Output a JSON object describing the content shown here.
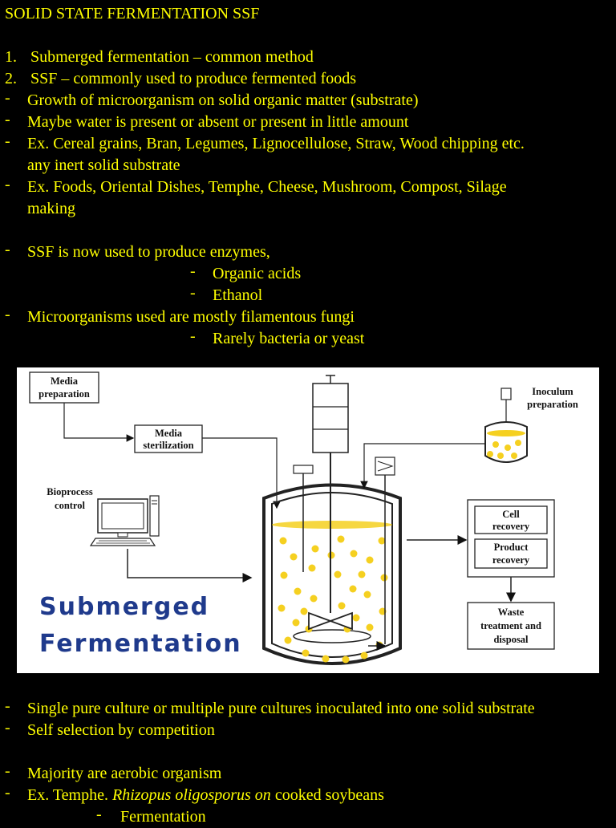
{
  "title": "SOLID STATE FERMENTATION SSF",
  "numbered": [
    {
      "num": "1.",
      "text": "Submerged fermentation – common method"
    },
    {
      "num": "2.",
      "text": "SSF – commonly used to produce fermented foods"
    }
  ],
  "bullets_top": [
    "Growth of microorganism on solid organic matter (substrate)",
    "Maybe water is present or absent or present in little amount",
    "Ex. Cereal grains, Bran, Legumes, Lignocellulose, Straw, Wood chipping etc.",
    "any inert solid substrate",
    "Ex. Foods, Oriental Dishes, Temphe, Cheese, Mushroom, Compost, Silage",
    "making"
  ],
  "bullets_mid": {
    "ssf_use": "SSF is now used to produce enzymes,",
    "sub1": "Organic acids",
    "sub2": "Ethanol",
    "micro": "Microorganisms used are mostly filamentous fungi",
    "sub3": "Rarely bacteria or yeast"
  },
  "dash": "-",
  "diagram": {
    "media_prep": [
      "Media",
      "preparation"
    ],
    "media_ster": [
      "Media",
      "sterilization"
    ],
    "bioprocess": [
      "Bioprocess",
      "control"
    ],
    "inoculum": [
      "Inoculum",
      "preparation"
    ],
    "cell": [
      "Cell",
      "recovery"
    ],
    "product": [
      "Product",
      "recovery"
    ],
    "waste": [
      "Waste",
      "treatment and",
      "disposal"
    ],
    "big1": "Submerged",
    "big2": "Fermentation",
    "colors": {
      "liquid": "#f5d020",
      "big_text": "#1f3a8c"
    }
  },
  "bullets_bottom": [
    "Single pure culture or multiple pure cultures inoculated into one solid substrate",
    "Self selection by competition",
    "Majority are aerobic organism"
  ],
  "example": {
    "prefix": "Ex. Temphe. ",
    "italic": "Rhizopus oligosporus on",
    "suffix": " cooked soybeans"
  },
  "last_sub": "Fermentation"
}
